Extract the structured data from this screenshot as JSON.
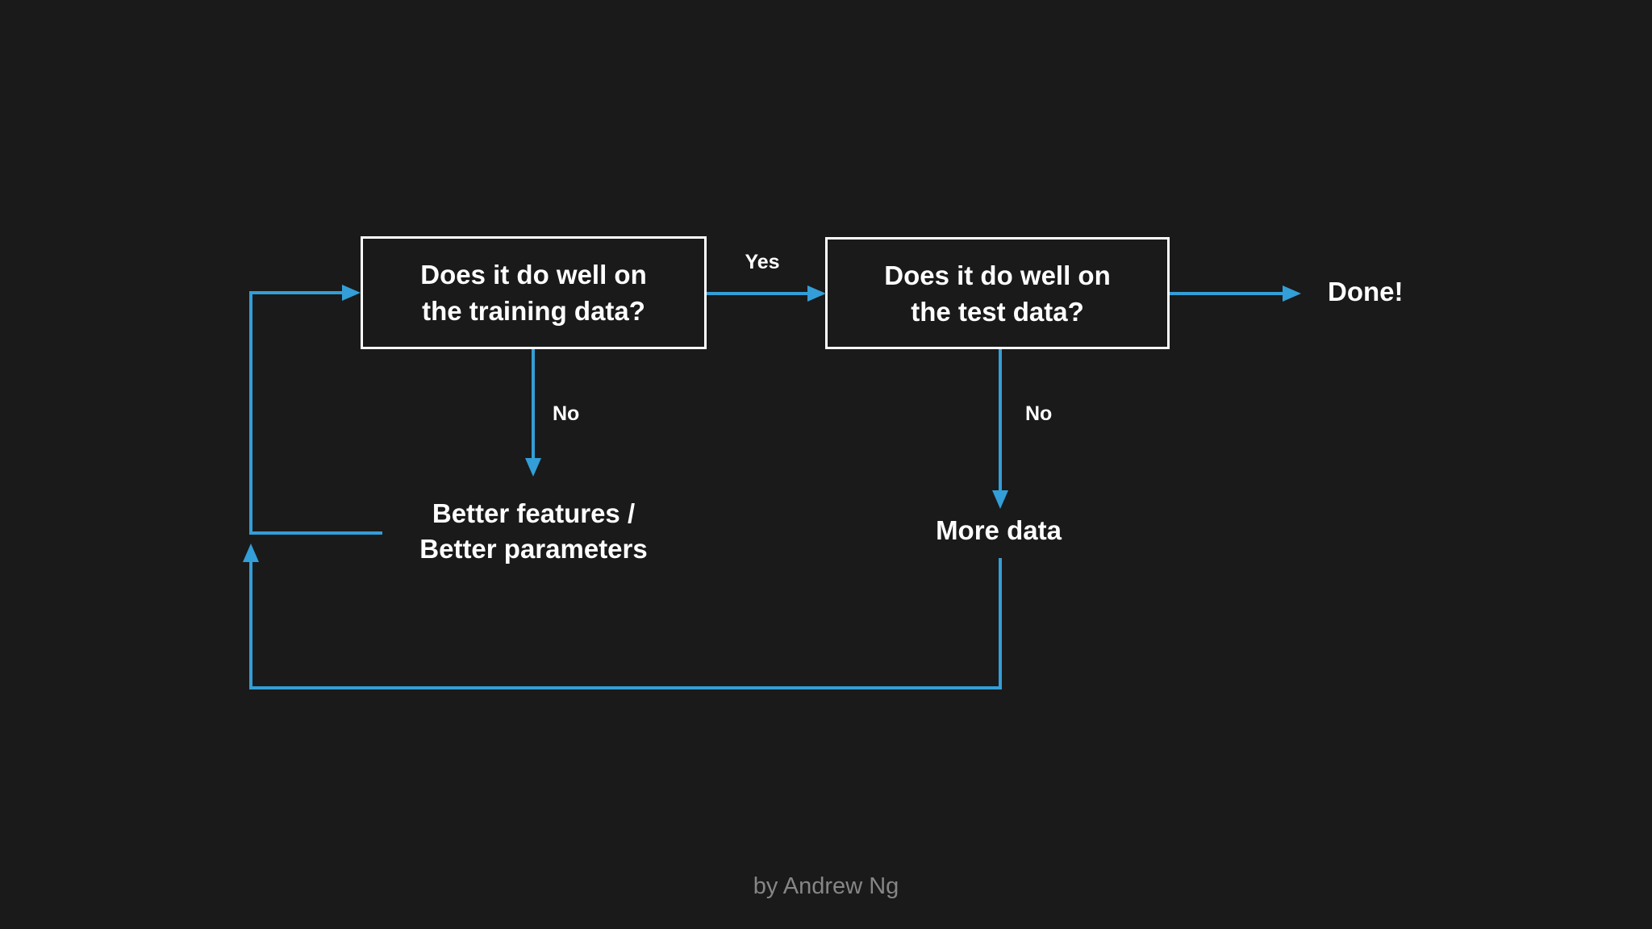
{
  "colors": {
    "background": "#1a1a1a",
    "arrow": "#339ed7",
    "box_border": "#ffffff",
    "text": "#ffffff",
    "credit": "#868686"
  },
  "diagram": {
    "nodes": [
      {
        "id": "training-check",
        "label": "Does it do well on\nthe training data?"
      },
      {
        "id": "test-check",
        "label": "Does it do well on\nthe test data?"
      }
    ],
    "edge_labels": {
      "yes": "Yes",
      "no_training": "No",
      "no_test": "No"
    },
    "outcomes": {
      "done": "Done!",
      "improve": "Better features /\nBetter parameters",
      "more_data": "More data"
    }
  },
  "footer": {
    "credit": "by Andrew Ng"
  }
}
